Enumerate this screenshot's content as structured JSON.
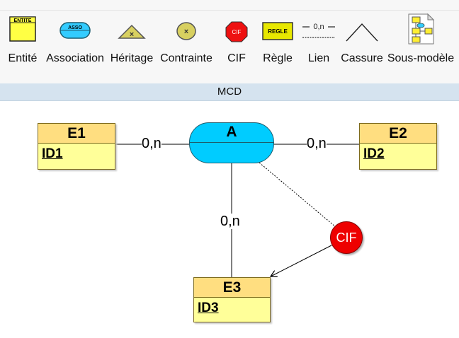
{
  "toolbar": {
    "tools": [
      {
        "key": "entite",
        "label": "Entité",
        "icon_text": "ENTITE"
      },
      {
        "key": "association",
        "label": "Association",
        "icon_text": "ASSO"
      },
      {
        "key": "heritage",
        "label": "Héritage",
        "icon_text": "×"
      },
      {
        "key": "contrainte",
        "label": "Contrainte",
        "icon_text": "×"
      },
      {
        "key": "cif",
        "label": "CIF",
        "icon_text": "CIF"
      },
      {
        "key": "regle",
        "label": "Règle",
        "icon_text": "REGLE"
      },
      {
        "key": "lien",
        "label": "Lien",
        "icon_text": "0,n"
      },
      {
        "key": "cassure",
        "label": "Cassure"
      },
      {
        "key": "sous_modele",
        "label": "Sous-modèle"
      }
    ]
  },
  "section_label": "MCD",
  "diagram": {
    "entities": {
      "e1": {
        "name": "E1",
        "id": "ID1"
      },
      "e2": {
        "name": "E2",
        "id": "ID2"
      },
      "e3": {
        "name": "E3",
        "id": "ID3"
      }
    },
    "association": {
      "name": "A"
    },
    "cardinalities": {
      "e1_a": "0,n",
      "a_e2": "0,n",
      "a_e3": "0,n"
    },
    "cif": {
      "label": "CIF"
    }
  },
  "colors": {
    "entity_header": "#ffde80",
    "entity_body": "#ffff99",
    "association_fill": "#00ccff",
    "cif_fill": "#ee0000",
    "mcd_bar": "#d5e3ef"
  }
}
